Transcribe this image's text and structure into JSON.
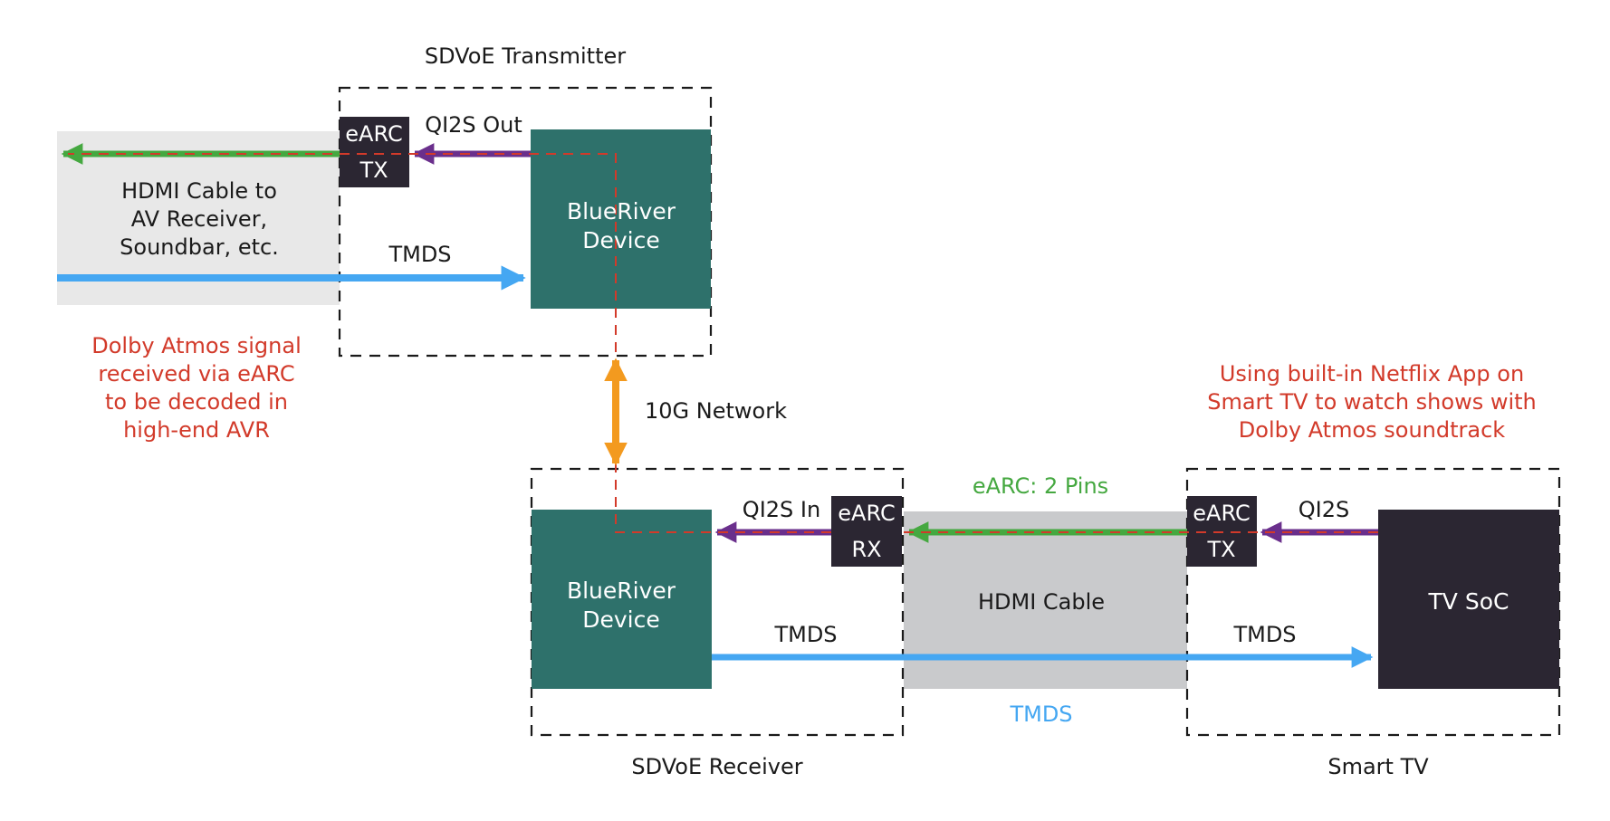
{
  "colors": {
    "teal": "#2e716b",
    "dark": "#2b2632",
    "light_gray": "#e8e8e8",
    "mid_gray": "#c9cacc",
    "tmds_blue": "#45a7f2",
    "earc_green": "#45a840",
    "qi2s_purple": "#6a2f8c",
    "network_orange": "#f39a1f",
    "note_red": "#d23a2a",
    "earc_label_green": "#45a840",
    "tmds_label_blue": "#45a7f2"
  },
  "transmitter": {
    "title": "SDVoE Transmitter",
    "device": [
      "BlueRiver",
      "Device"
    ],
    "earc_chip": [
      "eARC",
      "TX"
    ],
    "qi2s_label": "QI2S Out",
    "tmds_label": "TMDS"
  },
  "hdmi_av": {
    "lines": [
      "HDMI Cable to",
      "AV Receiver,",
      "Soundbar, etc."
    ]
  },
  "dolby_note": {
    "lines": [
      "Dolby Atmos signal",
      "received via eARC",
      "to be decoded in",
      "high-end AVR"
    ]
  },
  "network": {
    "label": "10G Network"
  },
  "receiver": {
    "title": "SDVoE Receiver",
    "device": [
      "BlueRiver",
      "Device"
    ],
    "earc_chip": [
      "eARC",
      "RX"
    ],
    "qi2s_label": "QI2S In",
    "tmds_label": "TMDS"
  },
  "hdmi_cable": {
    "label": "HDMI Cable",
    "earc_label": "eARC: 2 Pins",
    "tmds_label": "TMDS"
  },
  "smart_tv": {
    "title": "Smart TV",
    "soc": "TV SoC",
    "earc_chip": [
      "eARC",
      "TX"
    ],
    "qi2s_label": "QI2S",
    "tmds_label": "TMDS"
  },
  "netflix_note": {
    "lines": [
      "Using built-in Netflix App on",
      "Smart TV to watch shows with",
      "Dolby Atmos soundtrack"
    ]
  }
}
